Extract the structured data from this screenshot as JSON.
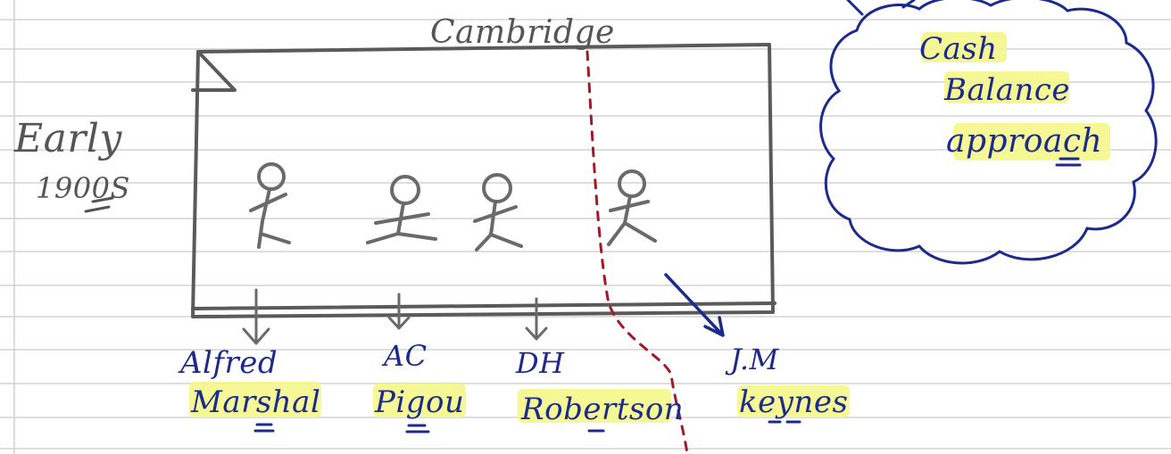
{
  "labels": {
    "top": "Cambridge",
    "period_line1": "Early",
    "period_line2": "1900S",
    "cloud_line1": "Cash",
    "cloud_line2": "Balance",
    "cloud_line3": "approach"
  },
  "economists": [
    {
      "line1": "Alfred",
      "line2": "Marshal"
    },
    {
      "line1": "AC",
      "line2": "Pigou"
    },
    {
      "line1": "DH",
      "line2": "Robertson"
    },
    {
      "line1": "J.M",
      "line2": "keynes"
    }
  ],
  "colors": {
    "ink": "#1c2a8c",
    "pencil": "#555555",
    "highlight": "#f4f78a",
    "divider": "#a01a2a",
    "rule": "#d0d0d0"
  }
}
